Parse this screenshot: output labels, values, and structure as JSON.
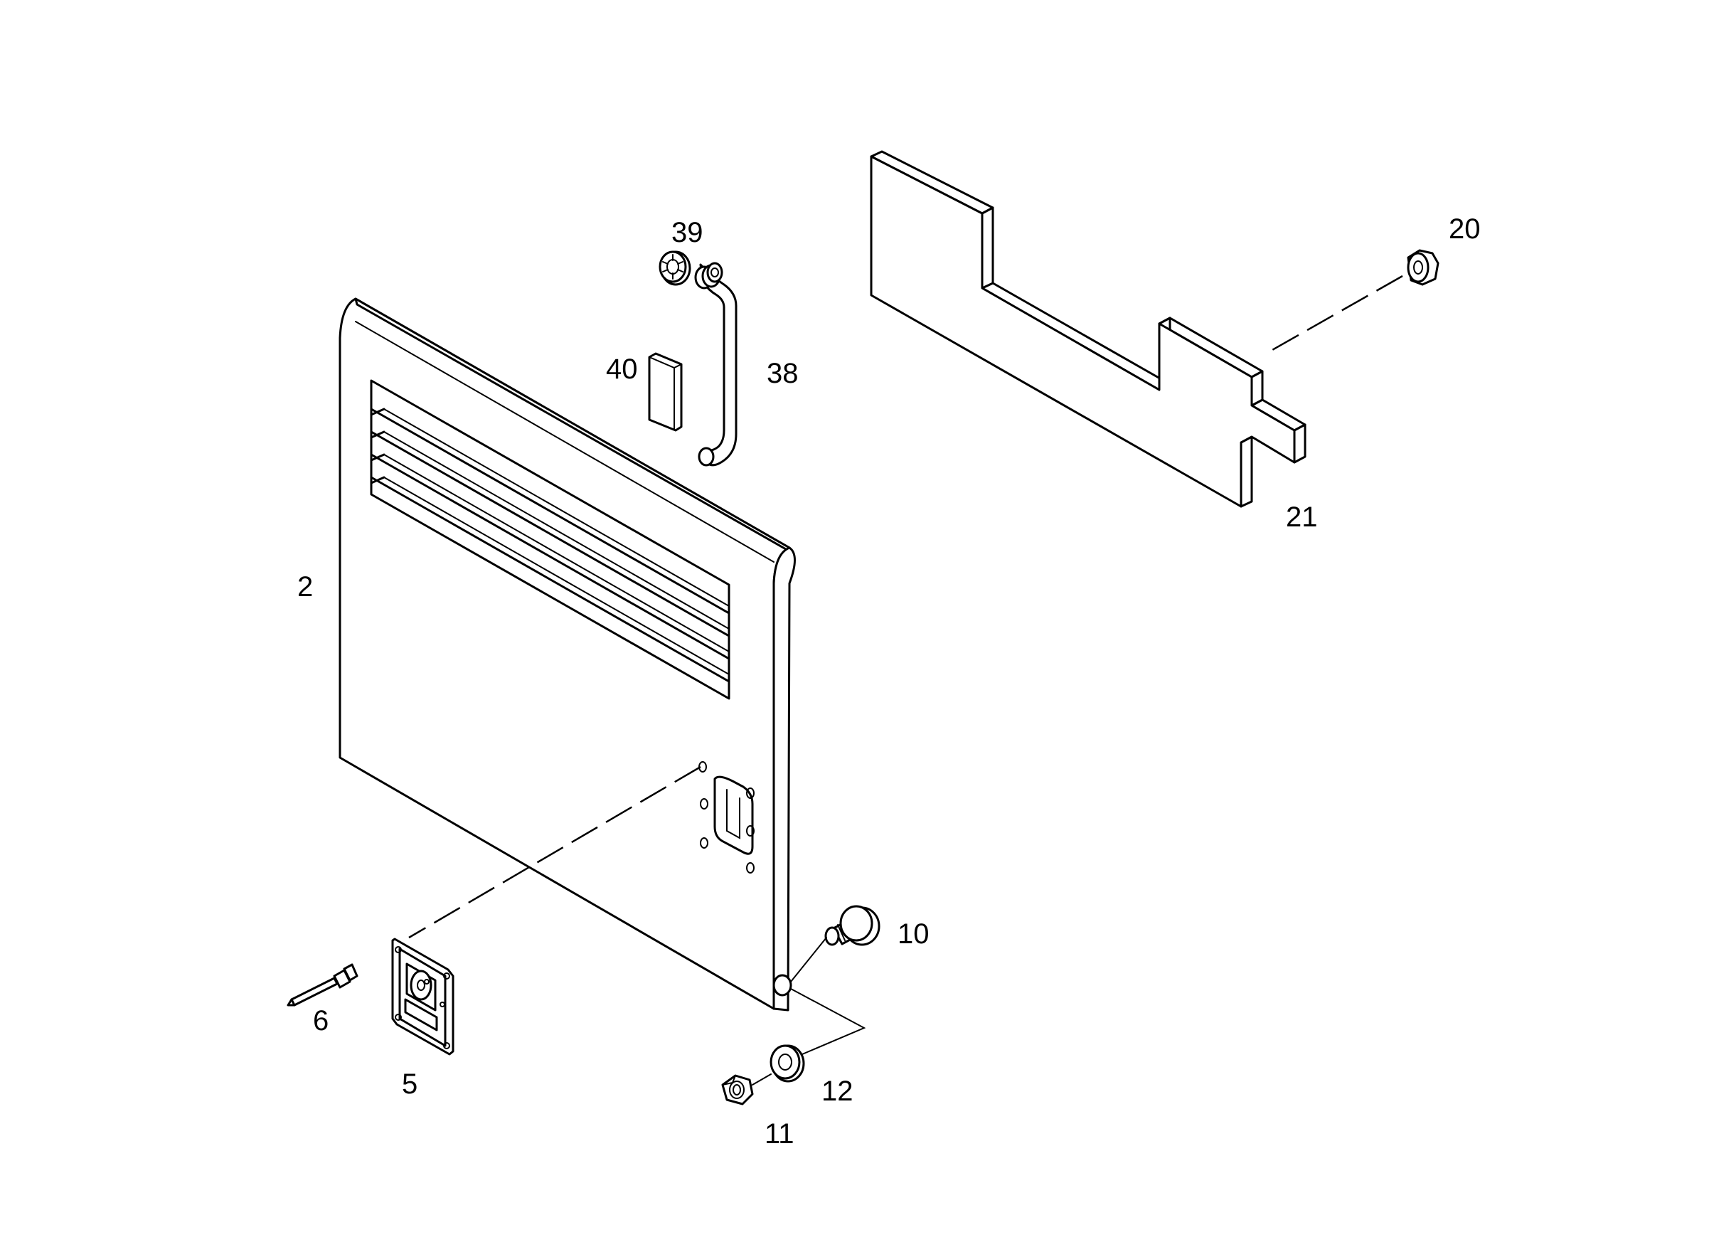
{
  "part_labels": {
    "p2": "2",
    "p5": "5",
    "p6": "6",
    "p10": "10",
    "p11": "11",
    "p12": "12",
    "p20": "20",
    "p21": "21",
    "p38": "38",
    "p39": "39",
    "p40": "40"
  }
}
